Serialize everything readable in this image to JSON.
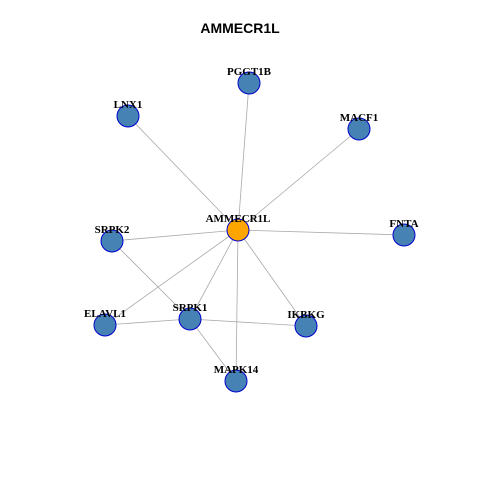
{
  "title": "AMMECR1L",
  "colors": {
    "hub_fill": "#ffa500",
    "node_fill": "#4682b4",
    "node_stroke": "#0000cd",
    "edge": "#a9a9a9",
    "label": "#000000"
  },
  "nodes": [
    {
      "id": "AMMECR1L",
      "label": "AMMECR1L",
      "hub": true
    },
    {
      "id": "PGGT1B",
      "label": "PGGT1B"
    },
    {
      "id": "LNX1",
      "label": "LNX1"
    },
    {
      "id": "MACF1",
      "label": "MACF1"
    },
    {
      "id": "SRPK2",
      "label": "SRPK2"
    },
    {
      "id": "FNTA",
      "label": "FNTA"
    },
    {
      "id": "ELAVL1",
      "label": "ELAVL1"
    },
    {
      "id": "SRPK1",
      "label": "SRPK1"
    },
    {
      "id": "IKBKG",
      "label": "IKBKG"
    },
    {
      "id": "MAPK14",
      "label": "MAPK14"
    }
  ],
  "edges": [
    [
      "AMMECR1L",
      "PGGT1B"
    ],
    [
      "AMMECR1L",
      "LNX1"
    ],
    [
      "AMMECR1L",
      "MACF1"
    ],
    [
      "AMMECR1L",
      "SRPK2"
    ],
    [
      "AMMECR1L",
      "FNTA"
    ],
    [
      "AMMECR1L",
      "ELAVL1"
    ],
    [
      "AMMECR1L",
      "SRPK1"
    ],
    [
      "AMMECR1L",
      "IKBKG"
    ],
    [
      "AMMECR1L",
      "MAPK14"
    ],
    [
      "SRPK2",
      "SRPK1"
    ],
    [
      "ELAVL1",
      "SRPK1"
    ],
    [
      "SRPK1",
      "IKBKG"
    ],
    [
      "SRPK1",
      "MAPK14"
    ]
  ]
}
